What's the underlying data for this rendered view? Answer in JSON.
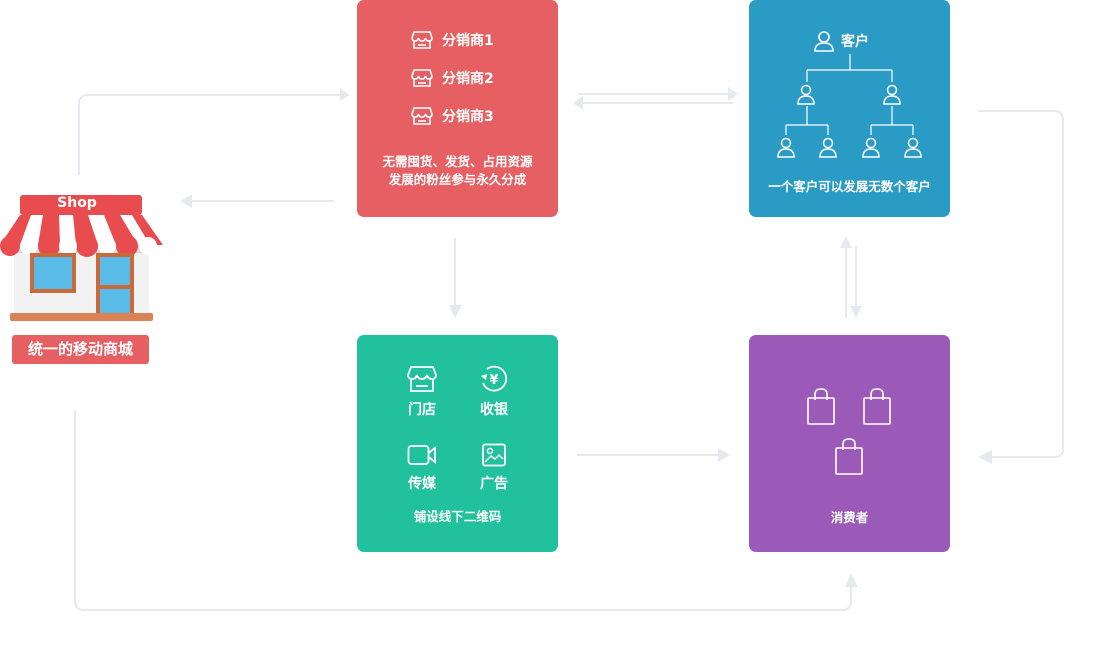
{
  "shop": {
    "sign": "Shop",
    "label": "统一的移动商城"
  },
  "distributors": {
    "items": [
      "分销商1",
      "分销商2",
      "分销商3"
    ],
    "desc_line1": "无需囤货、发货、占用资源",
    "desc_line2": "发展的粉丝参与永久分成",
    "color": "#e55f63"
  },
  "customers": {
    "title": "客户",
    "desc": "一个客户可以发展无数个客户",
    "color": "#2a9bc4"
  },
  "offline": {
    "items": [
      {
        "label": "门店",
        "icon": "store-icon"
      },
      {
        "label": "收银",
        "icon": "yuan-cashier-icon"
      },
      {
        "label": "传媒",
        "icon": "video-camera-icon"
      },
      {
        "label": "广告",
        "icon": "image-ad-icon"
      }
    ],
    "desc": "铺设线下二维码",
    "color": "#22c19e"
  },
  "consumers": {
    "label": "消费者",
    "color": "#9b5ab8"
  },
  "connector_color": "#e6eaef"
}
